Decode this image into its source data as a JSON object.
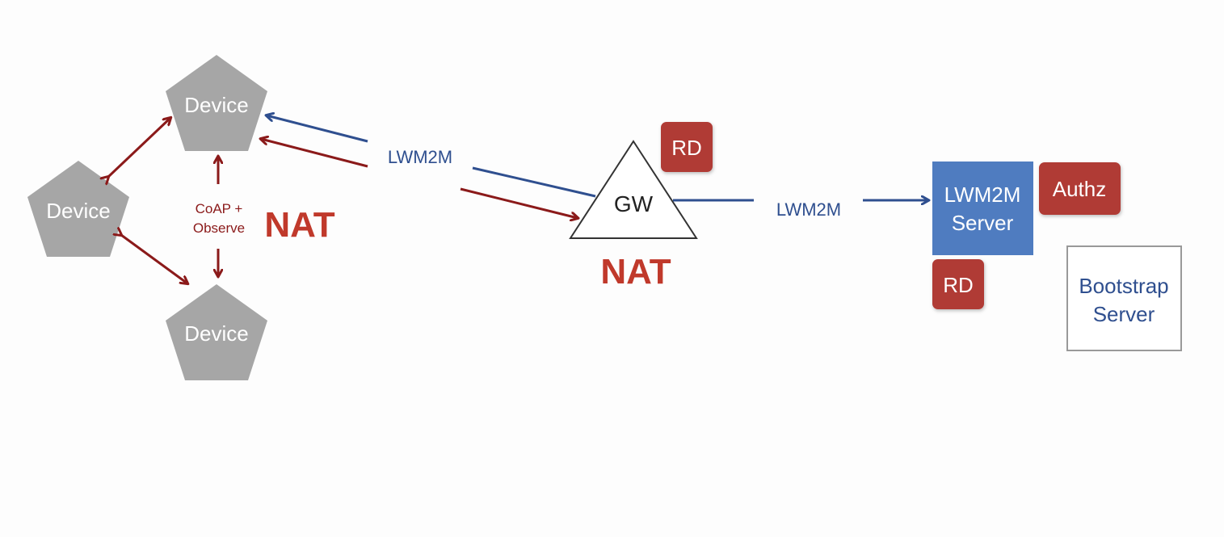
{
  "devices": [
    {
      "label": "Device"
    },
    {
      "label": "Device"
    },
    {
      "label": "Device"
    }
  ],
  "coap_label": {
    "line1": "CoAP +",
    "line2": "Observe"
  },
  "nat_local": "NAT",
  "nat_gateway": "NAT",
  "lwm2m_device_link": "LWM2M",
  "lwm2m_server_link": "LWM2M",
  "gateway": {
    "label": "GW",
    "rd_badge": "RD"
  },
  "server": {
    "line1": "LWM2M",
    "line2": "Server",
    "authz_badge": "Authz",
    "rd_badge": "RD"
  },
  "bootstrap": {
    "line1": "Bootstrap",
    "line2": "Server"
  },
  "colors": {
    "device_fill": "#a6a6a6",
    "protocol_blue": "#2f4f8f",
    "coap_red": "#8b1a1a",
    "nat_red": "#c0392b",
    "badge_red": "#b03a35",
    "server_blue": "#4f7cc0"
  }
}
